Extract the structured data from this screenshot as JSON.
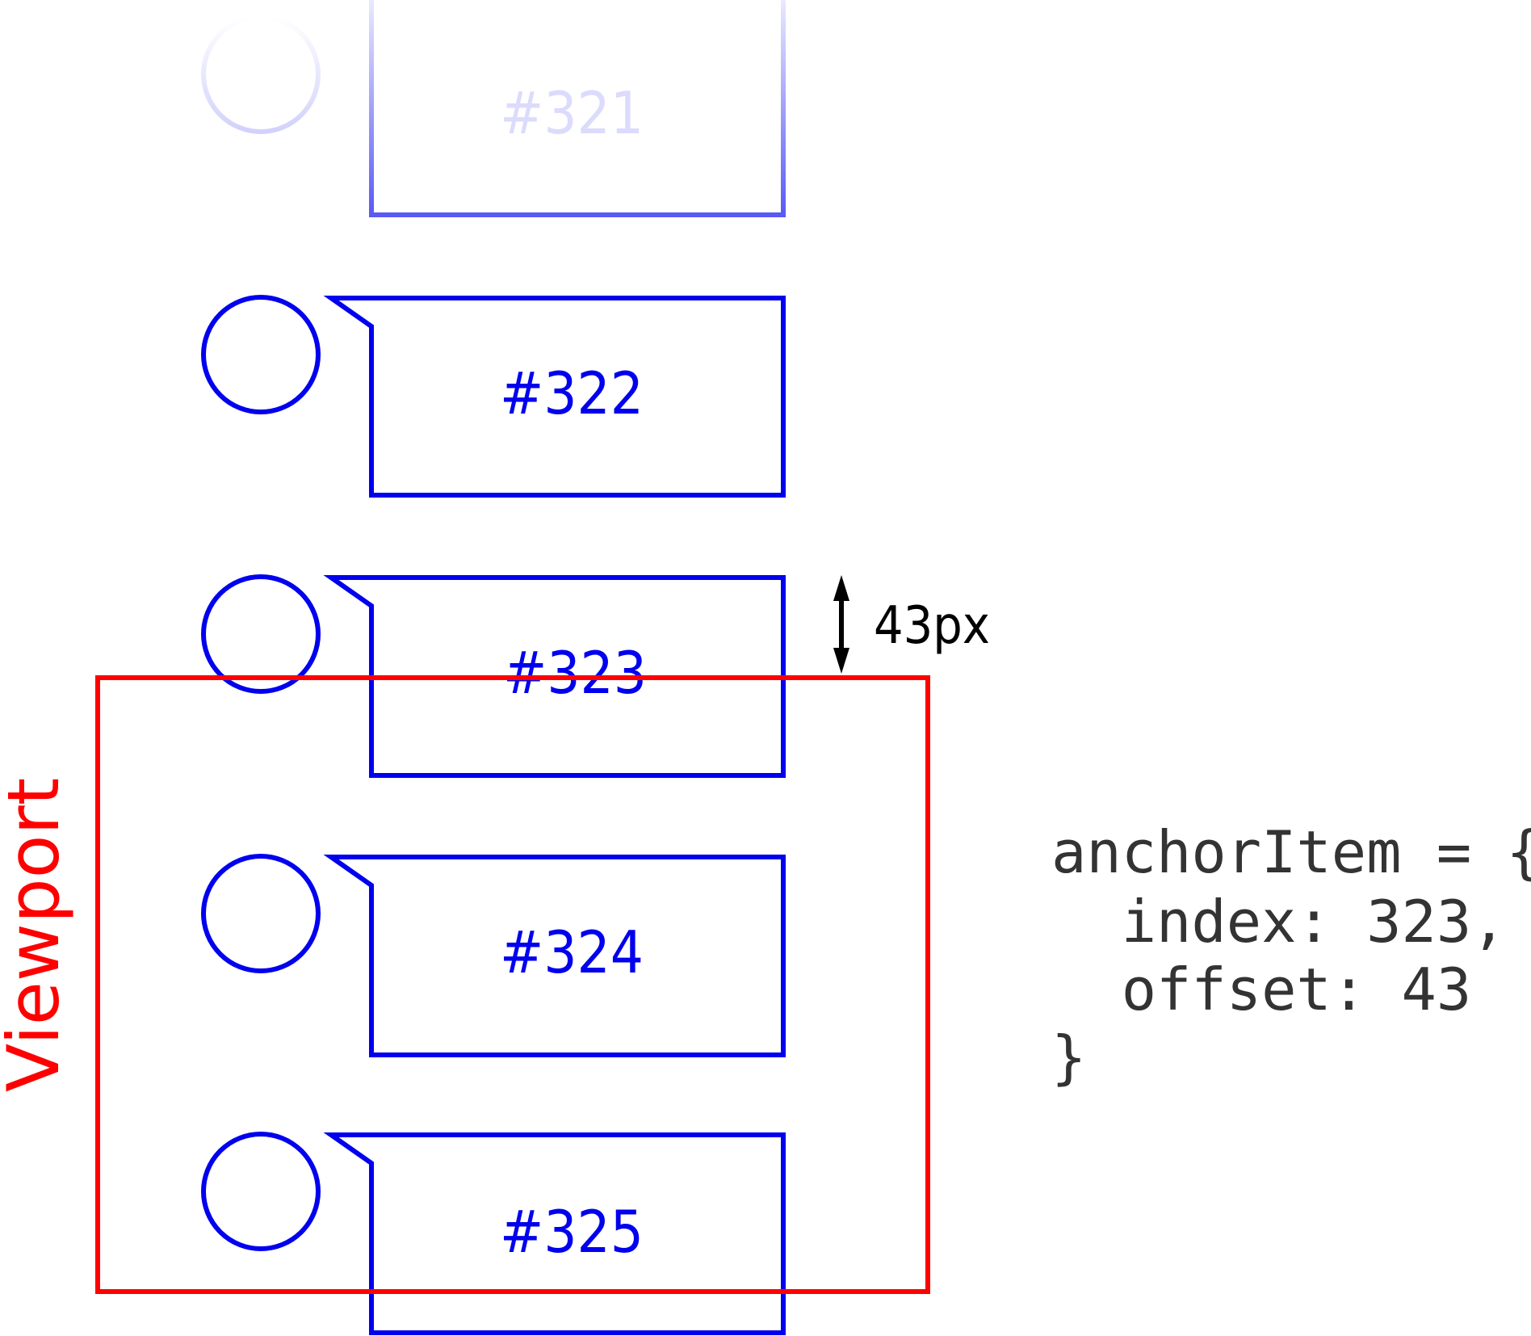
{
  "colors": {
    "item_stroke": "#0000ee",
    "viewport": "#ff0000",
    "annotation": "#000000",
    "code_text": "#333333"
  },
  "items": [
    {
      "label": "#321",
      "faded": true
    },
    {
      "label": "#322",
      "faded": false
    },
    {
      "label": "#323",
      "faded": false
    },
    {
      "label": "#324",
      "faded": false
    },
    {
      "label": "#325",
      "faded": false
    }
  ],
  "viewport": {
    "label": "Viewport"
  },
  "offset_annotation": {
    "label": "43px",
    "icon": "double-arrow-vertical"
  },
  "code": {
    "lines": [
      "anchorItem = {",
      "  index: 323,",
      "  offset: 43",
      "}"
    ]
  }
}
